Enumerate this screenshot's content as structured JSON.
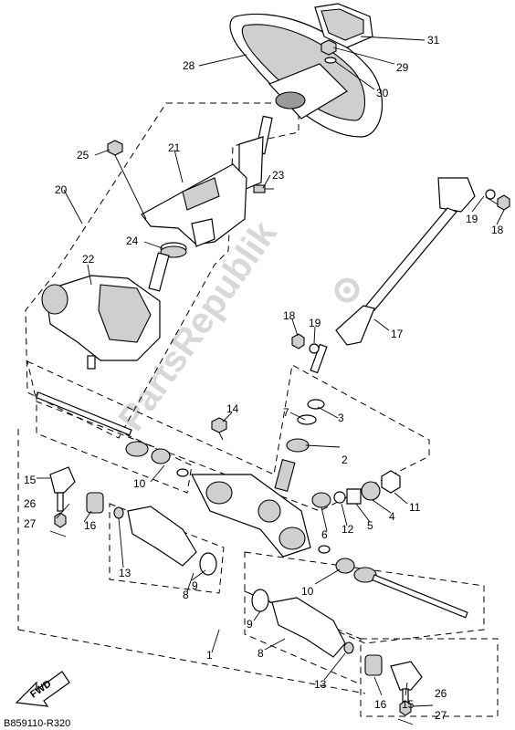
{
  "callouts": {
    "c31": "31",
    "c29": "29",
    "c28": "28",
    "c30": "30",
    "c25": "25",
    "c21": "21",
    "c23": "23",
    "c20": "20",
    "c19a": "19",
    "c18a": "18",
    "c24": "24",
    "c22": "22",
    "c18b": "18",
    "c19b": "19",
    "c17": "17",
    "c14": "14",
    "c7": "7",
    "c3": "3",
    "c2": "2",
    "c10a": "10",
    "c15a": "15",
    "c26a": "26",
    "c16a": "16",
    "c27a": "27",
    "c13a": "13",
    "c8a": "8",
    "c9a": "9",
    "c6": "6",
    "c12": "12",
    "c5": "5",
    "c4": "4",
    "c11": "11",
    "c10b": "10",
    "c9b": "9",
    "c8b": "8",
    "c1": "1",
    "c13b": "13",
    "c16b": "16",
    "c15b": "15",
    "c26b": "26",
    "c27b": "27"
  },
  "watermark": "PartsRepublik",
  "fwd_label": "FWD",
  "diagram_code": "B859110-R320"
}
